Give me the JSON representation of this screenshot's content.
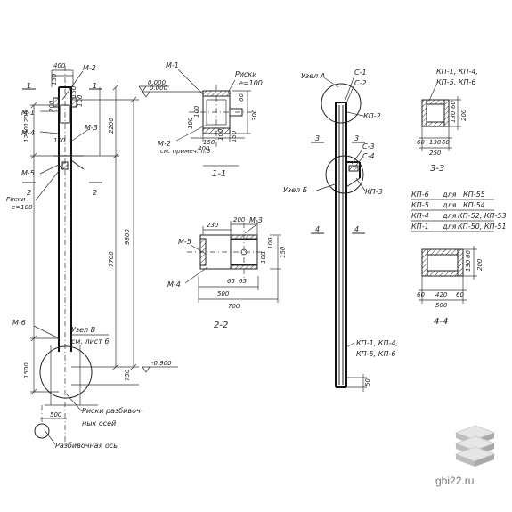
{
  "watermark": {
    "site": "gbi22.ru"
  },
  "elevation": {
    "marks": [
      "М-2",
      "М-1",
      "М-4",
      "М-3",
      "М-5",
      "М-6"
    ],
    "risk_note": [
      "Риски",
      "е=100"
    ],
    "dims_v_left": [
      "1200",
      "1200",
      "1500"
    ],
    "dims_v_right": [
      "9800",
      "7700",
      "2200",
      "750"
    ],
    "dims_top": [
      "400",
      "150",
      "100",
      "200",
      "100",
      "150",
      "500"
    ],
    "level_top": "0.000",
    "level_bottom": "-0.900",
    "section_marks": [
      "1",
      "1",
      "2",
      "2"
    ],
    "node_v": [
      "Узел В",
      "см. лист 6"
    ],
    "axis_risk": [
      "Риски разбивоч-",
      "ных осей"
    ],
    "axis_label": "Разбивочная ось"
  },
  "section_1_1": {
    "title": "1-1",
    "marks": [
      "М-1",
      "М-2"
    ],
    "risk_note": [
      "Риски",
      "е=100"
    ],
    "note_m2": "см. примеч. п.3",
    "dims": [
      "400",
      "150",
      "100",
      "300",
      "60",
      "100",
      "150",
      "100",
      "0.000"
    ]
  },
  "section_2_2": {
    "title": "2-2",
    "marks": [
      "М-3",
      "М-5",
      "М-4"
    ],
    "dims": [
      "230",
      "200",
      "500",
      "700",
      "65",
      "65",
      "100",
      "100",
      "150"
    ]
  },
  "elevation_right": {
    "node_a": "Узел А",
    "node_b": "Узел Б",
    "marks": [
      "С-1",
      "С-2",
      "КП-2",
      "С-3",
      "С-4",
      "КП-3"
    ],
    "section_marks": [
      "3",
      "3",
      "4",
      "4"
    ],
    "bottom_marks": [
      "КП-1, КП-4,",
      "КП-5, КП-6"
    ],
    "dim_bottom": "50"
  },
  "section_3_3": {
    "title": "3-3",
    "marks": [
      "КП-1, КП-4,",
      "КП-5, КП-6"
    ],
    "dims": [
      "250",
      "130",
      "60",
      "60",
      "130",
      "60",
      "200"
    ]
  },
  "schedule": {
    "rows": [
      [
        "КП-6",
        "для",
        "КП-55"
      ],
      [
        "КП-5",
        "для",
        "КП-54"
      ],
      [
        "КП-4",
        "для",
        "КП-52, КП-53"
      ],
      [
        "КП-1",
        "для",
        "КП-50, КП-51"
      ]
    ]
  },
  "section_4_4": {
    "title": "4-4",
    "dims": [
      "420",
      "500",
      "60",
      "60",
      "130",
      "60",
      "200"
    ]
  }
}
